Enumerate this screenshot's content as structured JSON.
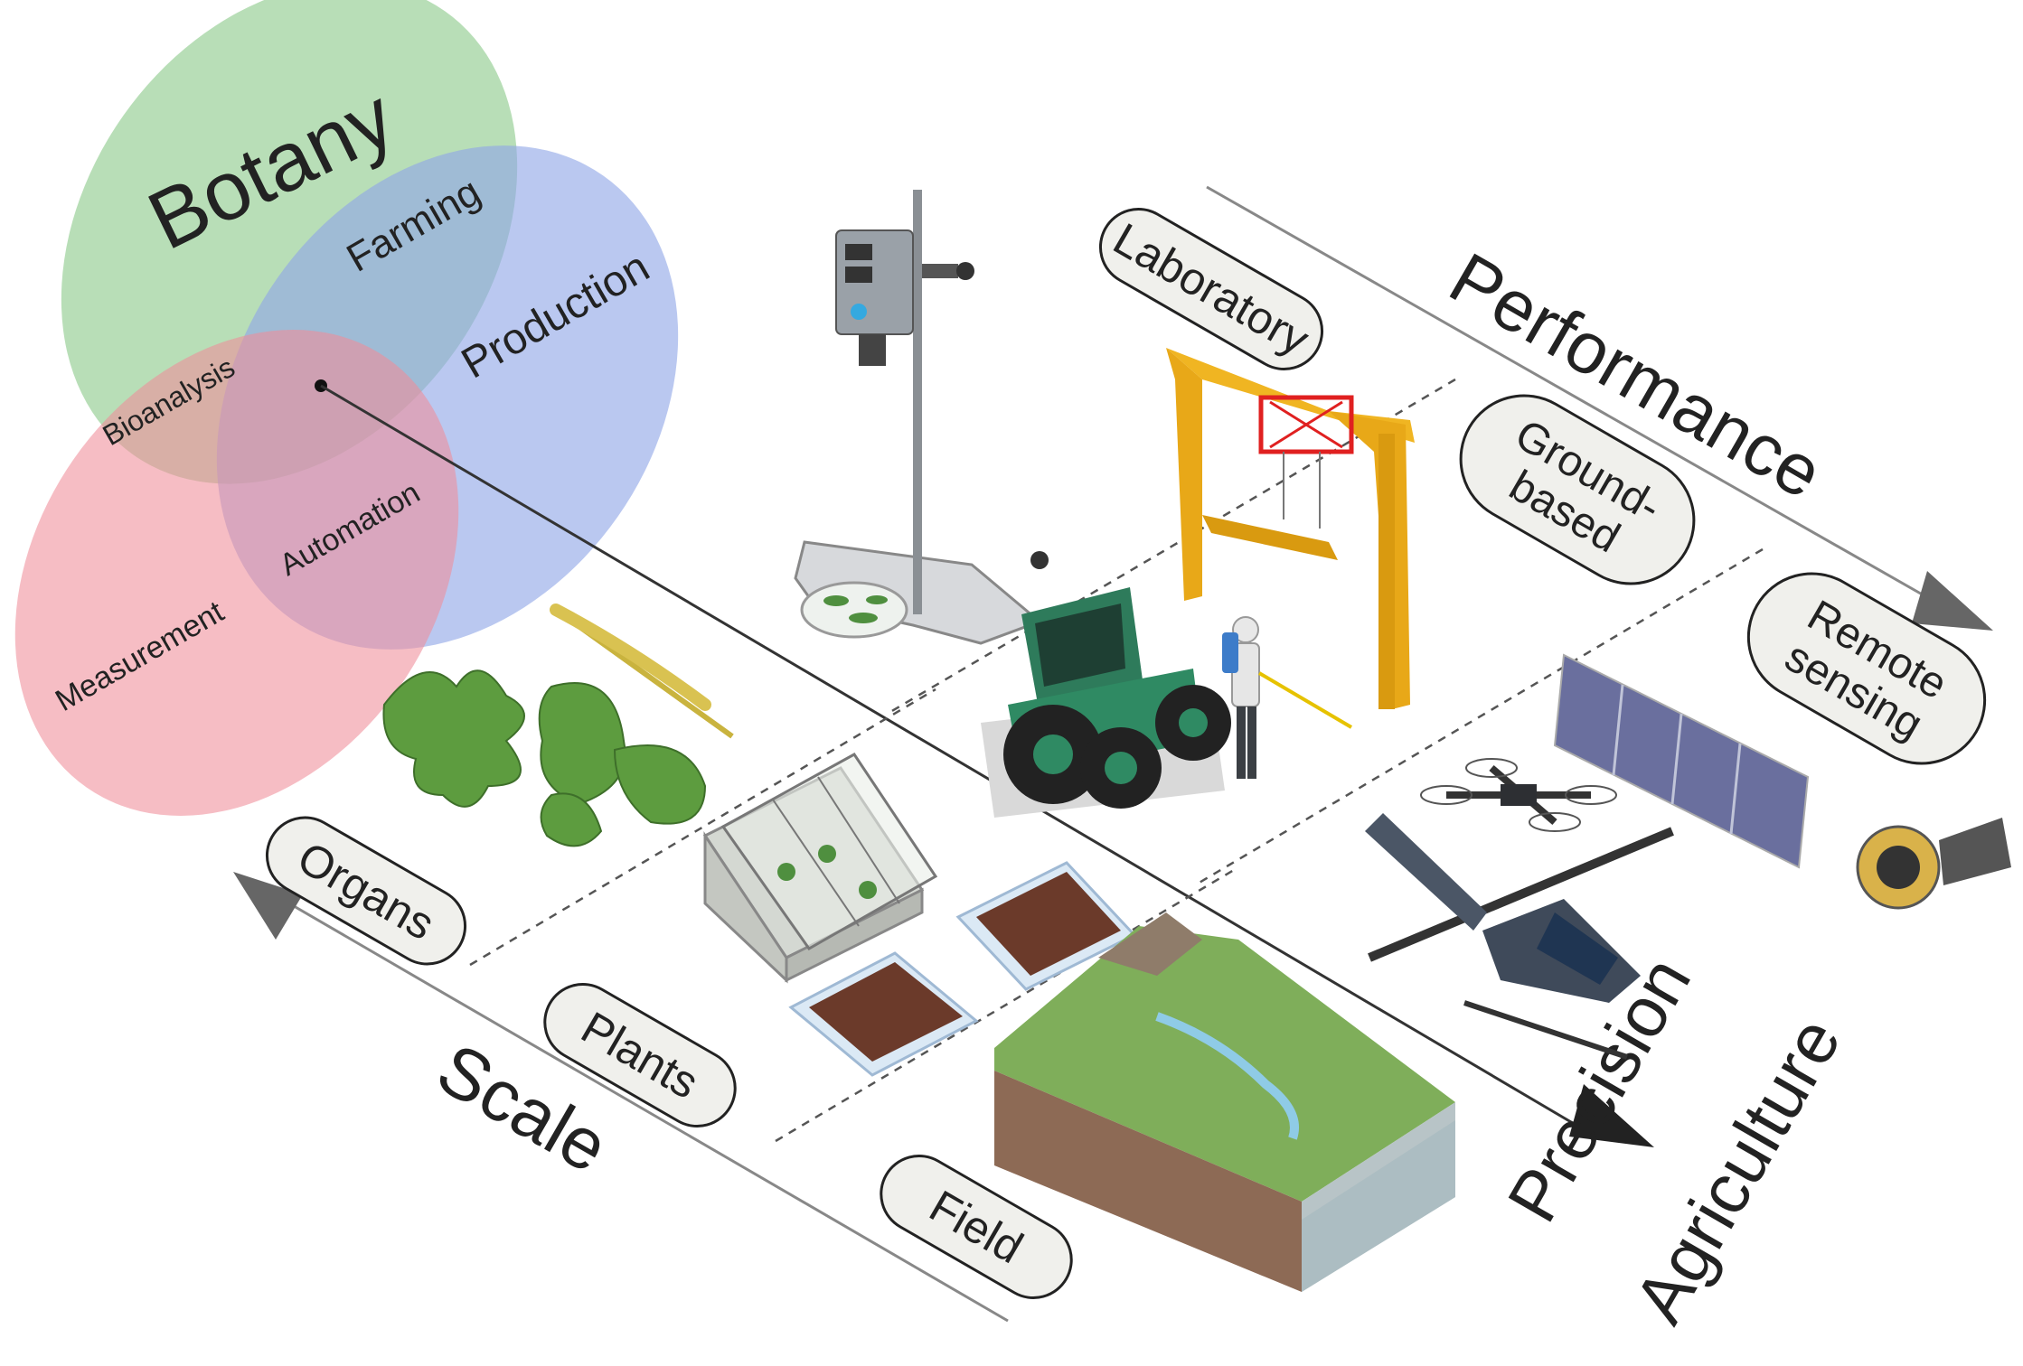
{
  "venn": {
    "botany": "Botany",
    "farming": "Farming",
    "production": "Production",
    "bioanalysis": "Bioanalysis",
    "automation": "Automation",
    "measurement": "Measurement",
    "colors": {
      "green": "#8cc98a",
      "blue": "#8fa6e6",
      "red": "#ef8d9a"
    }
  },
  "axes": {
    "performance": "Performance",
    "scale": "Scale",
    "precision_line1": "Precision",
    "precision_line2": "Agriculture"
  },
  "scale_levels": {
    "organs": "Organs",
    "plants": "Plants",
    "field": "Field"
  },
  "performance_levels": {
    "laboratory": "Laboratory",
    "ground_line1": "Ground-",
    "ground_line2": "based",
    "remote_line1": "Remote",
    "remote_line2": "sensing"
  },
  "icons": {
    "lab_stand": "laboratory-stand-icon",
    "petri_dish": "petri-dish-icon",
    "gantry": "gantry-crane-icon",
    "tractor": "tractor-icon",
    "sprayer": "sprayer-worker-icon",
    "leaves": "leaf-icon",
    "wheat": "wheat-ear-icon",
    "greenhouse": "greenhouse-icon",
    "trays": "plant-tray-icon",
    "terrain": "terrain-block-icon",
    "drone": "drone-icon",
    "helicopter": "helicopter-icon",
    "satellite": "satellite-icon"
  }
}
